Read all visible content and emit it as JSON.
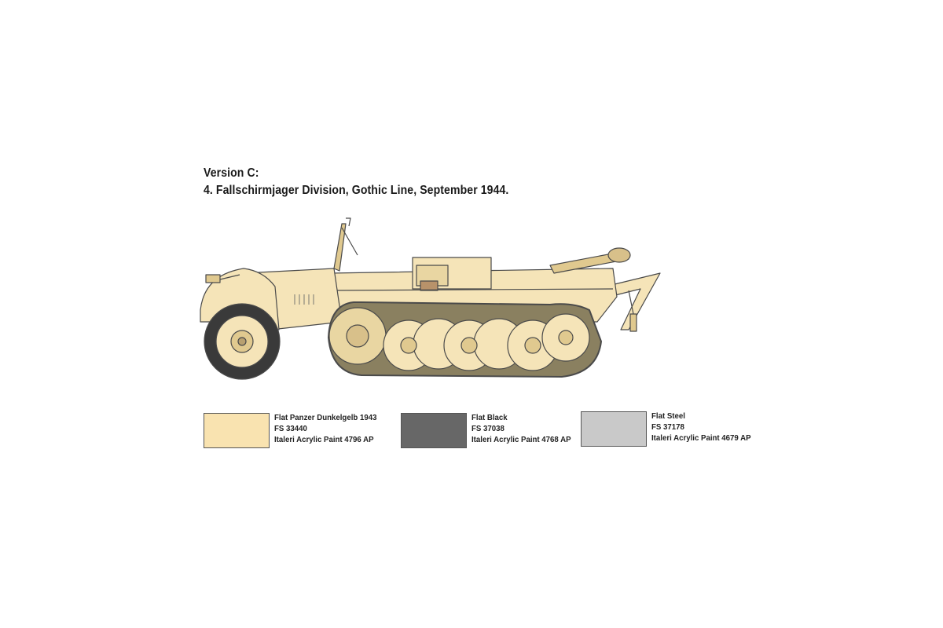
{
  "heading": {
    "version": "Version C:",
    "unit": "4. Fallschirmjager Division,  Gothic Line, September 1944."
  },
  "colors": {
    "body": "#f5e4b8",
    "body_dark": "#e0c98f",
    "outline": "#4a4a4a",
    "track": "#8a8060",
    "tire": "#3a3a3a"
  },
  "swatches": [
    {
      "color": "#f9e3b0",
      "name": "Flat Panzer Dunkelgelb 1943",
      "fs": "FS 33440",
      "paint": "Italeri Acrylic Paint 4796 AP"
    },
    {
      "color": "#676767",
      "name": "Flat Black",
      "fs": "FS 37038",
      "paint": "Italeri Acrylic Paint 4768 AP"
    },
    {
      "color": "#c9c9c9",
      "name": "Flat Steel",
      "fs": "FS 37178",
      "paint": "Italeri Acrylic Paint 4679 AP"
    }
  ]
}
